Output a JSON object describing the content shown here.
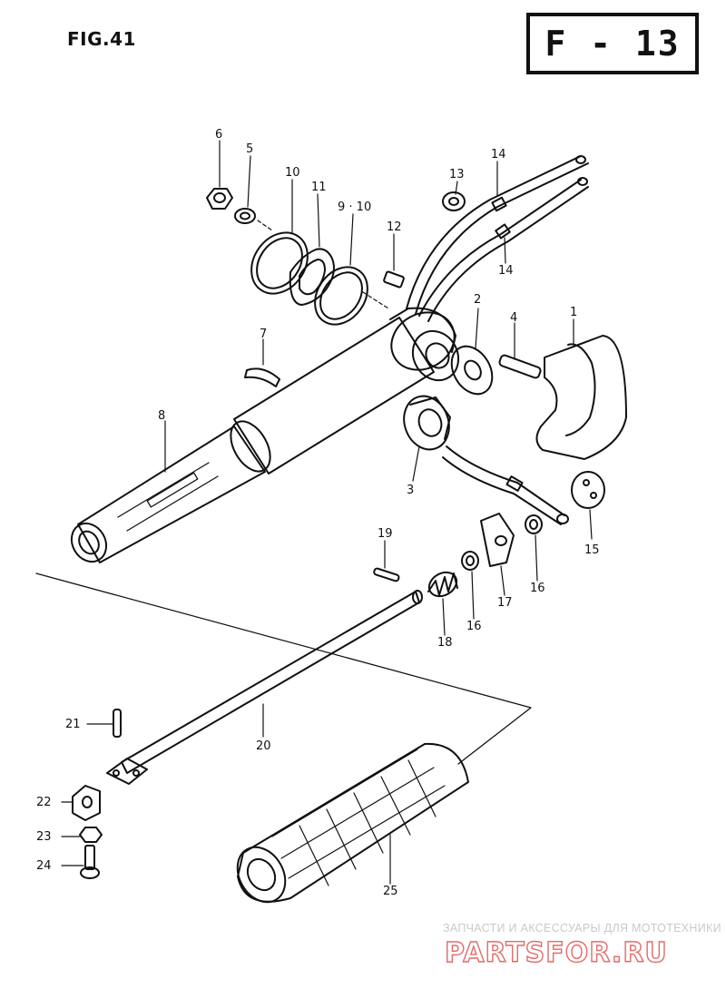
{
  "figure": {
    "label": "FIG.41",
    "code": "F - 13"
  },
  "parts": [
    {
      "id": "p1",
      "number": "1"
    },
    {
      "id": "p2",
      "number": "2"
    },
    {
      "id": "p3",
      "number": "3"
    },
    {
      "id": "p4",
      "number": "4"
    },
    {
      "id": "p5",
      "number": "5"
    },
    {
      "id": "p6",
      "number": "6"
    },
    {
      "id": "p7",
      "number": "7"
    },
    {
      "id": "p8",
      "number": "8"
    },
    {
      "id": "p9",
      "number": "9 · 10"
    },
    {
      "id": "p10",
      "number": "10"
    },
    {
      "id": "p11",
      "number": "11"
    },
    {
      "id": "p12",
      "number": "12"
    },
    {
      "id": "p13",
      "number": "13"
    },
    {
      "id": "p14a",
      "number": "14"
    },
    {
      "id": "p14b",
      "number": "14"
    },
    {
      "id": "p15",
      "number": "15"
    },
    {
      "id": "p16a",
      "number": "16"
    },
    {
      "id": "p16b",
      "number": "16"
    },
    {
      "id": "p17",
      "number": "17"
    },
    {
      "id": "p18",
      "number": "18"
    },
    {
      "id": "p19",
      "number": "19"
    },
    {
      "id": "p20",
      "number": "20"
    },
    {
      "id": "p21",
      "number": "21"
    },
    {
      "id": "p22",
      "number": "22"
    },
    {
      "id": "p23",
      "number": "23"
    },
    {
      "id": "p24",
      "number": "24"
    },
    {
      "id": "p25",
      "number": "25"
    }
  ],
  "watermark": {
    "tagline": "ЗАПЧАСТИ И АКСЕССУАРЫ ДЛЯ МОТОТЕХНИКИ",
    "brand": "PARTSFOR.RU"
  },
  "colors": {
    "ink": "#111111",
    "watermark_red": "#e36a6a"
  }
}
